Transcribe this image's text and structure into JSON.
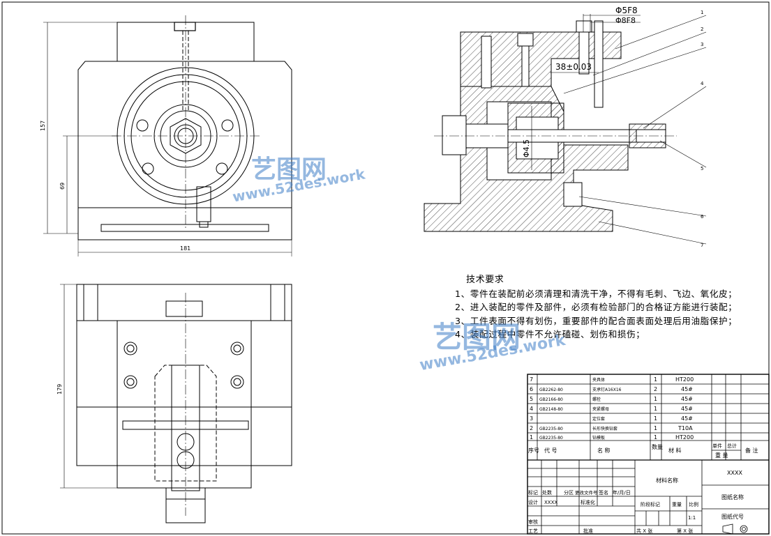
{
  "dimensions": {
    "top_fit_outer": "Φ5F8",
    "top_fit_inner": "Φ8F8",
    "center_distance": "38±0.03",
    "bore": "Φ4.5",
    "front_height": "157",
    "front_center_height": "69",
    "front_width": "181",
    "top_depth": "179"
  },
  "balloons": [
    "1",
    "2",
    "3",
    "4",
    "5",
    "6",
    "7"
  ],
  "requirements": {
    "title": "技术要求",
    "items": [
      "1、零件在装配前必须清理和清洗干净，不得有毛刺、飞边、氧化皮；",
      "2、进入装配的零件及部件，必须有检验部门的合格证方能进行装配；",
      "3、工件表面不得有划伤，重要部件的配合面表面处理后用油脂保护；",
      "4、装配过程中零件不允许磕碰、划伤和损伤；"
    ]
  },
  "parts_list": [
    {
      "no": "7",
      "code": "",
      "name": "夹具体",
      "qty": "1",
      "material": "HT200"
    },
    {
      "no": "6",
      "code": "GB2262-80",
      "name": "支承钉A16X16",
      "qty": "2",
      "material": "45#"
    },
    {
      "no": "5",
      "code": "GB2166-80",
      "name": "螺栓",
      "qty": "1",
      "material": "45#"
    },
    {
      "no": "4",
      "code": "GB2148-80",
      "name": "夹紧螺母",
      "qty": "1",
      "material": "45#"
    },
    {
      "no": "3",
      "code": "",
      "name": "定位套",
      "qty": "1",
      "material": "45#"
    },
    {
      "no": "2",
      "code": "GB2235-80",
      "name": "长形快换钻套",
      "qty": "1",
      "material": "T10A"
    },
    {
      "no": "1",
      "code": "GB2235-80",
      "name": "钻模板",
      "qty": "1",
      "material": "HT200"
    }
  ],
  "parts_header": {
    "no": "序号",
    "code": "代    号",
    "name": "名        称",
    "qty": "数量",
    "material": "材        料",
    "unit_weight": "单件",
    "total_weight": "总计",
    "weight": "重    量",
    "remarks": "备 注"
  },
  "title_block": {
    "material_name": "材料名称",
    "company": "XXXX",
    "drawing_name": "图纸名称",
    "drawing_code": "图纸代号",
    "mark": "标记",
    "division_count": "处数",
    "division": "分区",
    "change_doc": "更改文件号",
    "signature": "签名",
    "date": "年/月/日",
    "design": "设计",
    "design_value": "XXXX",
    "standardize": "标准化",
    "stage_mark": "阶段标记",
    "weight": "重量",
    "scale": "比例",
    "scale_value": "1:1",
    "review": "审核",
    "process": "工艺",
    "approve": "批准",
    "total_sheets": "共 X 张",
    "sheet_no": "第 X 张"
  },
  "watermark": {
    "brand": "艺图网",
    "url": "www.52des.work"
  }
}
